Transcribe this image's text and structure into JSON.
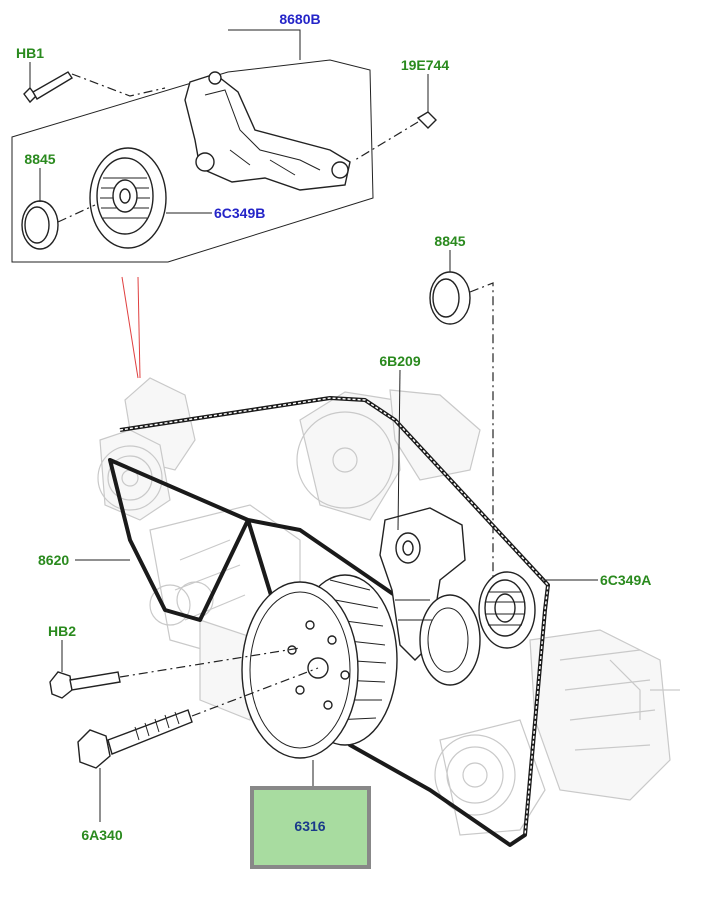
{
  "labels": {
    "tensioner_bracket": "8680B",
    "bolt_top": "HB1",
    "nut_top": "19E744",
    "cap_left": "8845",
    "idler_pulley_top": "6C349B",
    "cap_right": "8845",
    "tensioner": "6B209",
    "belt": "8620",
    "idler_pulley_right": "6C349A",
    "bolt_short": "HB2",
    "bolt_long": "6A340",
    "crank_pulley": "6316"
  },
  "colors": {
    "part_number_green": "#2a8a1e",
    "part_number_blue": "#2424c8",
    "highlight_fill": "#a8dca0",
    "highlight_border": "#888888",
    "leader_red": "#e04040"
  }
}
